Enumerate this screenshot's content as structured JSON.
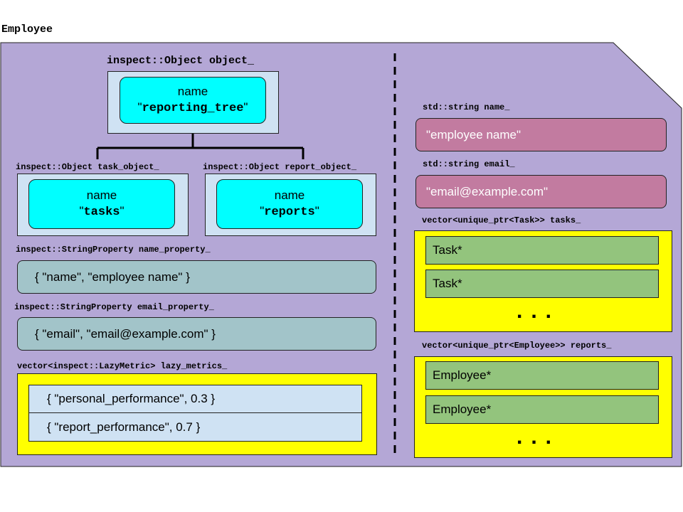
{
  "title": "Employee",
  "left": {
    "root_object": {
      "header": "inspect::Object object_",
      "name_label": "name",
      "name_value": "reporting_tree"
    },
    "task_object": {
      "header": "inspect::Object task_object_",
      "name_label": "name",
      "name_value": "tasks"
    },
    "report_object": {
      "header": "inspect::Object report_object_",
      "name_label": "name",
      "name_value": "reports"
    },
    "name_property": {
      "header": "inspect::StringProperty name_property_",
      "value": "{ \"name\",  \"employee name\" }"
    },
    "email_property": {
      "header": "inspect::StringProperty email_property_",
      "value": "{ \"email\", \"email@example.com\" }"
    },
    "lazy_metrics": {
      "header": "vector<inspect::LazyMetric> lazy_metrics_",
      "rows": [
        "{ \"personal_performance\", 0.3 }",
        "{ \"report_performance\", 0.7 }"
      ]
    }
  },
  "right": {
    "name_field": {
      "header": "std::string name_",
      "value": "\"employee name\""
    },
    "email_field": {
      "header": "std::string email_",
      "value": "\"email@example.com\""
    },
    "tasks": {
      "header": "vector<unique_ptr<Task>> tasks_",
      "items": [
        "Task*",
        "Task*"
      ],
      "ellipsis": "..."
    },
    "reports": {
      "header": "vector<unique_ptr<Employee>> reports_",
      "items": [
        "Employee*",
        "Employee*"
      ],
      "ellipsis": "..."
    }
  },
  "colors": {
    "panel": "#b4a7d6",
    "light_blue": "#cfe2f3",
    "cyan": "#00ffff",
    "teal": "#a2c4c9",
    "pink": "#c27ba0",
    "yellow": "#ffff00",
    "green": "#93c47d"
  }
}
